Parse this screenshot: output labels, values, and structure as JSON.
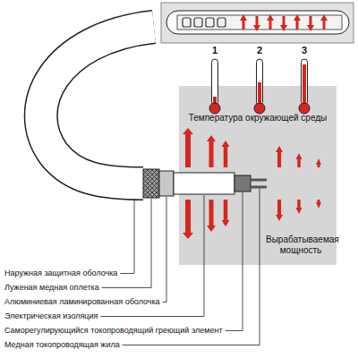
{
  "diagram": {
    "nodes": [
      {
        "text": [
          "Температура окружающей среды",
          "Вырабатываемая мощность"
        ]
      }
    ],
    "labels": [
      "1",
      "2",
      "3",
      "Наружная защитная оболочка",
      "Луженая медная оплетка",
      "Алюминиевая ламинированная оболочка",
      "Электрическая изоляция",
      "Саморегулирующийся токопроводящий греющий элемент",
      "Медная токопроводящая жила"
    ]
  }
}
